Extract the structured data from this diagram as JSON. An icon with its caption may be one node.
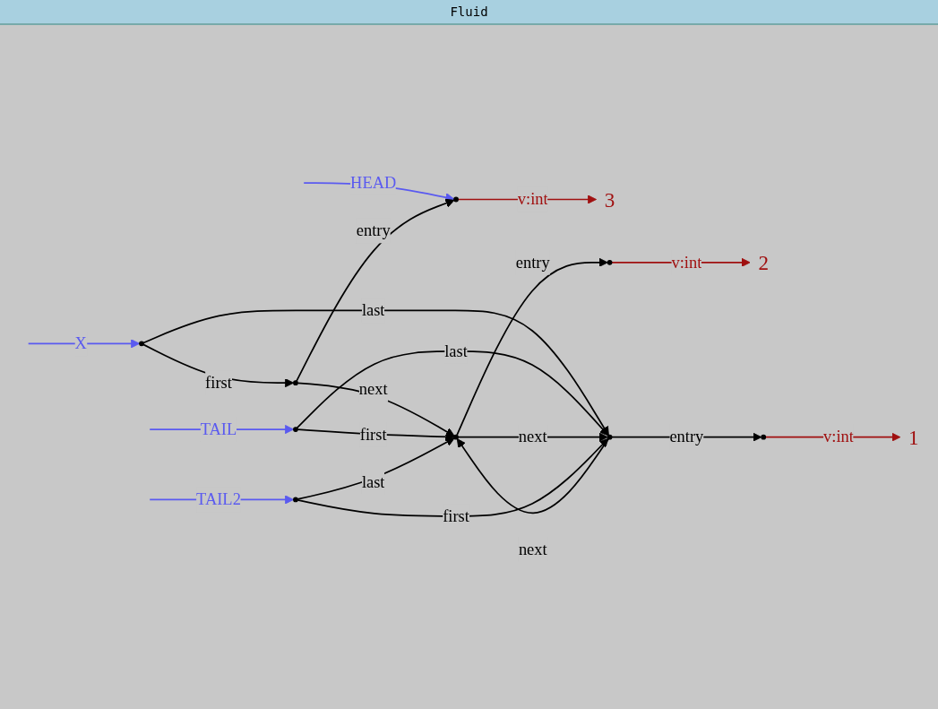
{
  "diagram": {
    "title": "Fluid",
    "nodes": [
      {
        "text": [],
        "shape": "circle"
      },
      {
        "text": [],
        "shape": "circle"
      },
      {
        "text": [],
        "shape": "circle"
      },
      {
        "text": [
          "3"
        ]
      },
      {
        "text": [],
        "shape": "circle"
      },
      {
        "text": [],
        "shape": "circle"
      },
      {
        "text": [],
        "shape": "circle"
      },
      {
        "text": [
          "2"
        ]
      },
      {
        "text": [],
        "shape": "circle"
      },
      {
        "text": [],
        "shape": "circle"
      },
      {
        "text": [
          "1"
        ]
      },
      {
        "text": [],
        "shape": "circle"
      }
    ],
    "edges": [
      {
        "from": null,
        "to": 0,
        "arrow": "to",
        "label": "X",
        "color": "#5a5af0"
      },
      {
        "from": null,
        "to": 4,
        "arrow": "to",
        "label": "TAIL",
        "color": "#5a5af0"
      },
      {
        "from": null,
        "to": 11,
        "arrow": "to",
        "label": "TAIL2",
        "color": "#5a5af0"
      },
      {
        "from": null,
        "to": 2,
        "arrow": "to",
        "label": "HEAD",
        "color": "#5a5af0"
      },
      {
        "from": 0,
        "to": 1,
        "arrow": "to",
        "label": "first"
      },
      {
        "from": 0,
        "to": 8,
        "arrow": "to",
        "label": "last"
      },
      {
        "from": 1,
        "to": 2,
        "arrow": "to",
        "label": "entry"
      },
      {
        "from": 1,
        "to": 5,
        "arrow": "to",
        "label": "next"
      },
      {
        "from": 2,
        "to": 3,
        "arrow": "to",
        "label": "v:int",
        "color": "#a01010"
      },
      {
        "from": 4,
        "to": 5,
        "arrow": "to",
        "label": "first"
      },
      {
        "from": 4,
        "to": 8,
        "arrow": "to",
        "label": "last"
      },
      {
        "from": 5,
        "to": 8,
        "arrow": "to",
        "label": "next"
      },
      {
        "from": 8,
        "to": 5,
        "arrow": "to",
        "label": "next"
      },
      {
        "from": 8,
        "to": 9,
        "arrow": "to",
        "label": "entry"
      },
      {
        "from": 5,
        "to": 6,
        "arrow": "to",
        "label": "entry"
      },
      {
        "from": 6,
        "to": 7,
        "arrow": "to",
        "label": "v:int",
        "color": "#a01010"
      },
      {
        "from": 9,
        "to": 10,
        "arrow": "to",
        "label": "v:int",
        "color": "#a01010"
      },
      {
        "from": 11,
        "to": 8,
        "arrow": "to",
        "label": "first"
      },
      {
        "from": 11,
        "to": 5,
        "arrow": "to",
        "label": "last"
      }
    ]
  }
}
